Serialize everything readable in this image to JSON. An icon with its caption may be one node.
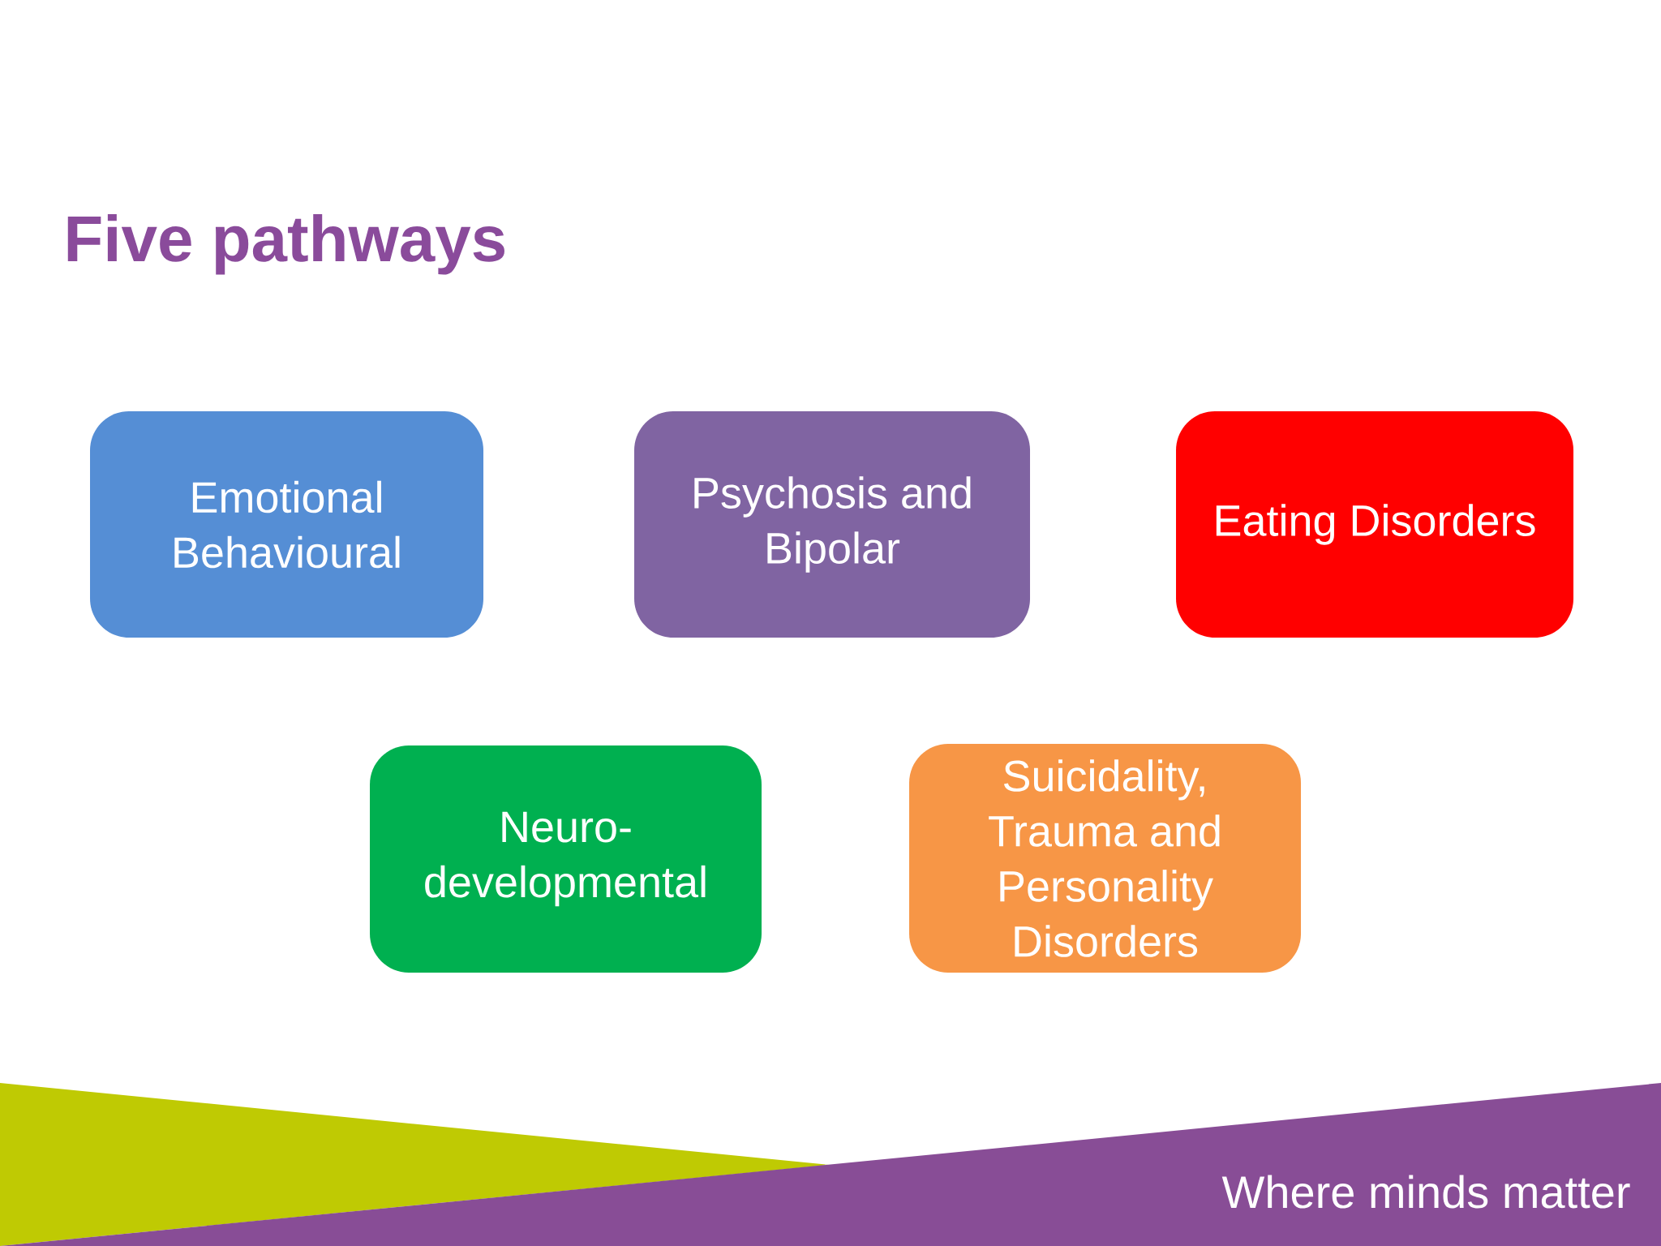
{
  "diagram": {
    "title": "Five pathways",
    "nodes": [
      {
        "text": [
          "Emotional Behavioural"
        ]
      },
      {
        "text": [
          "Psychosis and Bipolar"
        ]
      },
      {
        "text": [
          "Eating Disorders"
        ]
      },
      {
        "text": [
          "Neuro- developmental"
        ]
      },
      {
        "text": [
          "Suicidality, Trauma and Personality Disorders"
        ]
      }
    ],
    "labels": [
      "Where minds matter"
    ]
  }
}
